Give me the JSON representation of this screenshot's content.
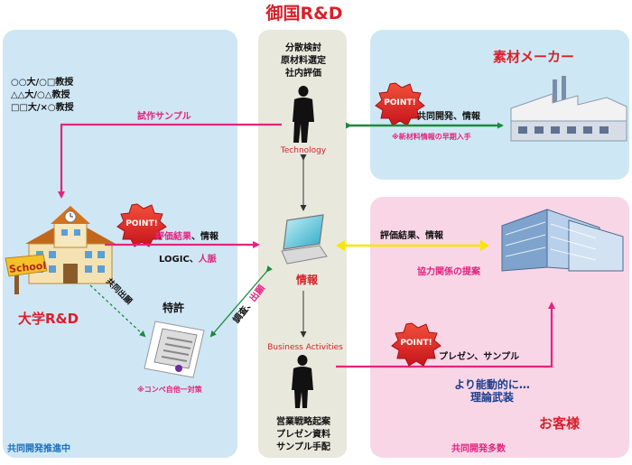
{
  "title": "御国R&D",
  "univ": {
    "professors": [
      "○○大/○□教授",
      "△△大/○△教授",
      "□□大/×○教授"
    ],
    "school_sign": "School",
    "label": "大学R&D",
    "footer": "共同開発推進中"
  },
  "center": {
    "top_lines": [
      "分散検討",
      "原材料選定",
      "社内評価"
    ],
    "technology": "Technology",
    "info": "情報",
    "business": "Business Activities",
    "bottom_lines": [
      "営業戦略起案",
      "プレゼン資料",
      "サンプル手配"
    ]
  },
  "maker": {
    "label": "素材メーカー",
    "badge": "POINT!",
    "arrow_label": "共同開発、情報",
    "note": "※新材料情報の早期入手"
  },
  "customer": {
    "label": "お客様",
    "footer": "共同開発多数",
    "info_label": "評価結果、情報",
    "proposal": "協力関係の提案",
    "badge": "POINT!",
    "present": "プレゼン、サンプル",
    "proactive_lines": [
      "より能動的に…",
      "理論武装"
    ]
  },
  "links": {
    "trial": "試作サンプル",
    "badge": "POINT!",
    "eval_prefix": "評価結果",
    "eval_suffix": "、情報",
    "logic_prefix": "LOGIC、",
    "logic_suffix": "人脈",
    "patent_app": "共同出願",
    "patent": "特許",
    "patent_note": "※コンペ自他一対策",
    "survey_prefix": "調査、",
    "survey_suffix": "出願"
  },
  "colors": {
    "univ_bg": "#cfe6f4",
    "center_bg": "#e9e8dd",
    "maker_bg": "#cde8f4",
    "customer_bg": "#f9d6e6",
    "magenta": "#e3247f",
    "red": "#d8202a",
    "green": "#1c8a3c",
    "yellow": "#f7e600",
    "navy": "#1b3e8c"
  }
}
